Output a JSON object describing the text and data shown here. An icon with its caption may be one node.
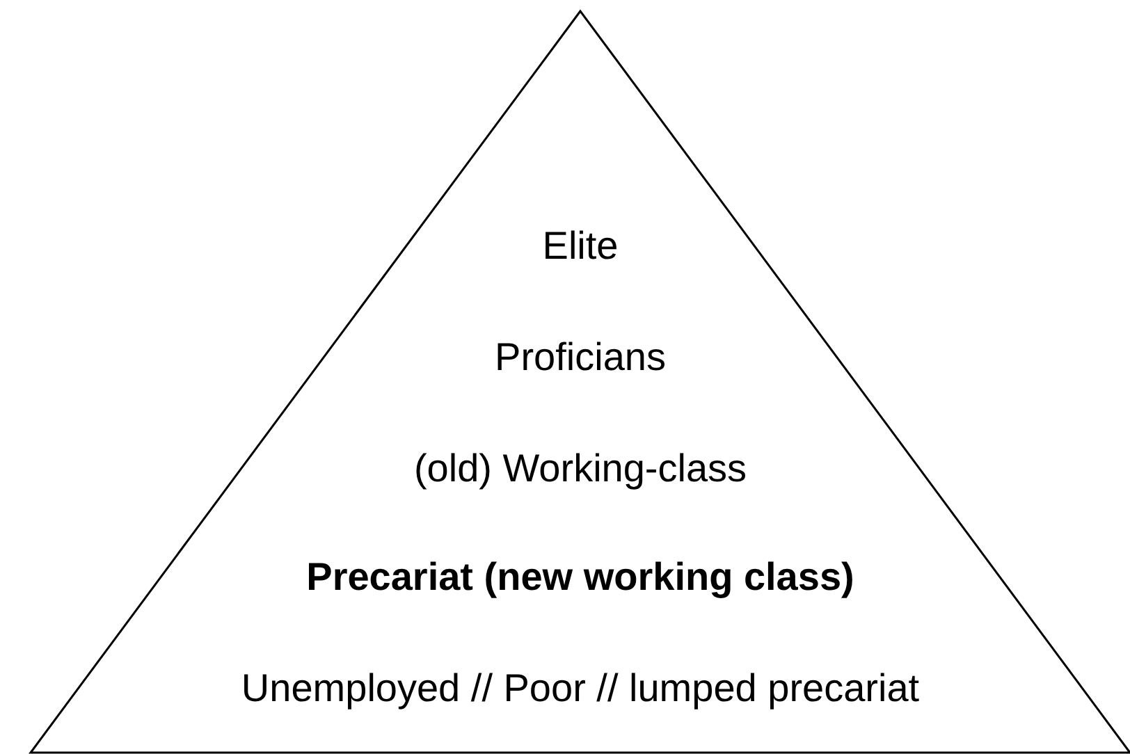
{
  "diagram": {
    "nodes": [
      {
        "text": [
          "Elite",
          "Proficians",
          "(old) Working-class",
          "**Precariat (new working class)**",
          "Unemployed // Poor // lumped precariat"
        ]
      }
    ]
  }
}
